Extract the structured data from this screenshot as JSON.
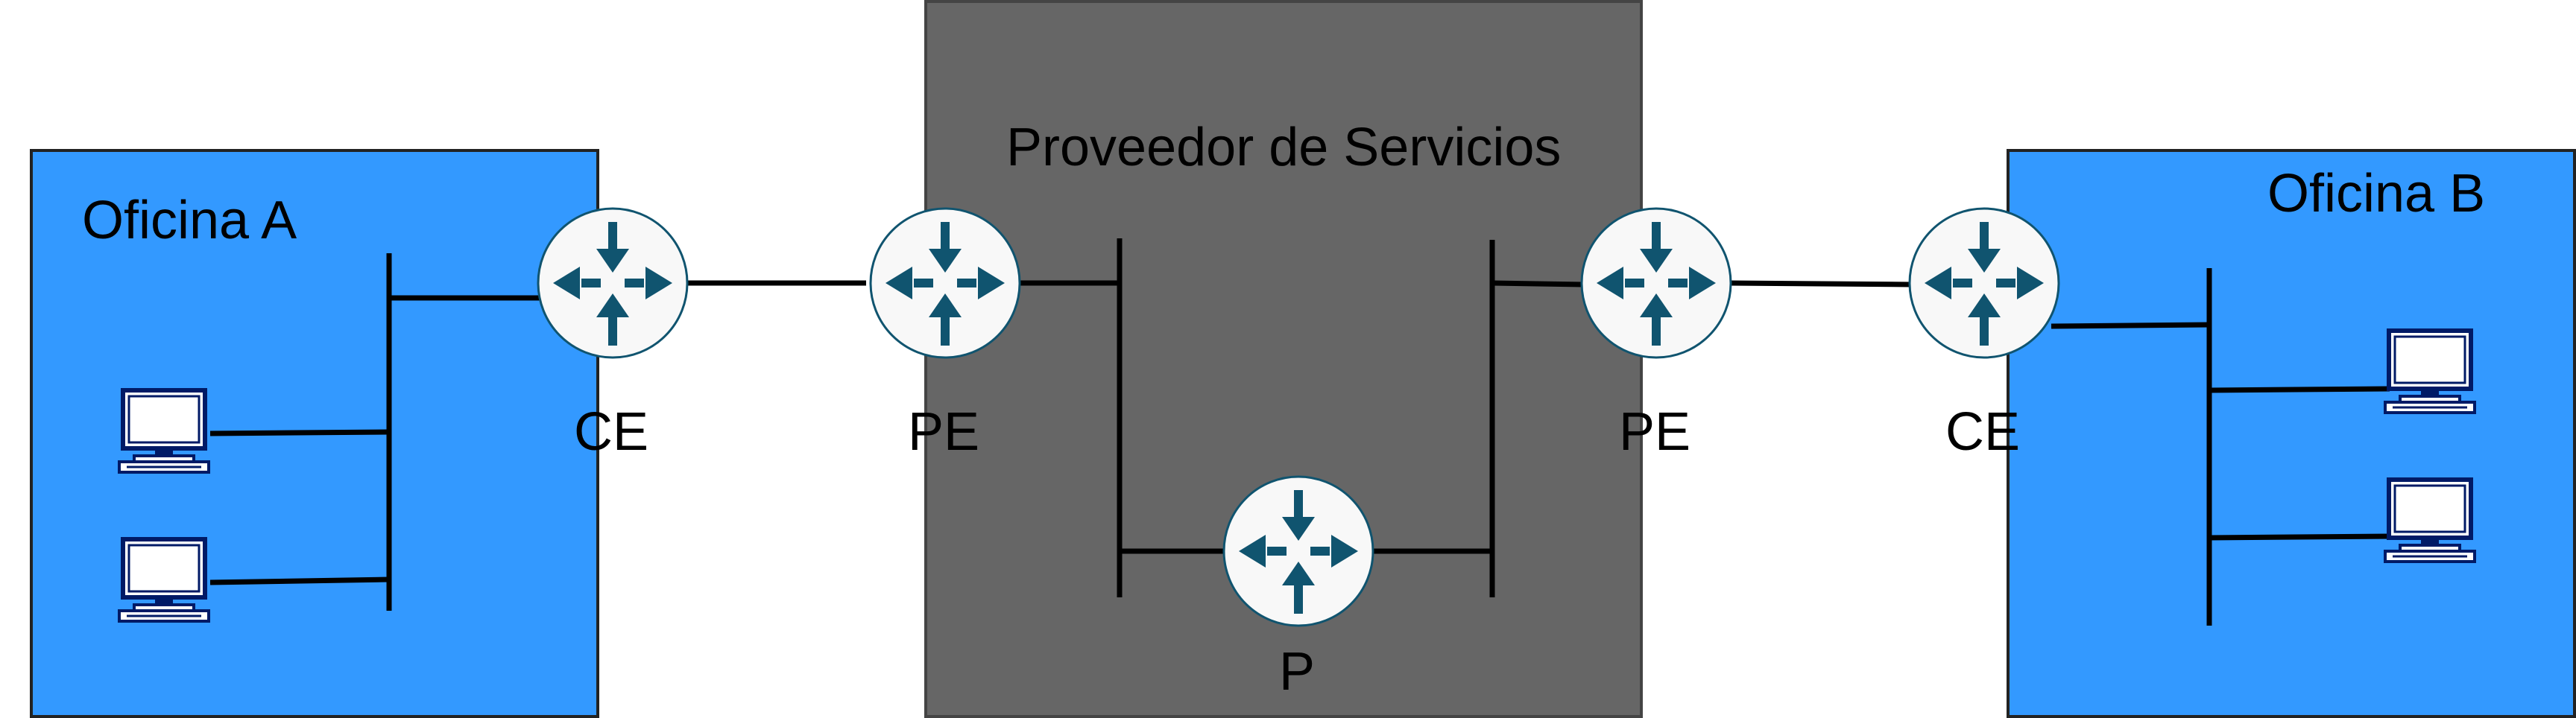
{
  "offices": {
    "a": {
      "label": "Oficina A"
    },
    "b": {
      "label": "Oficina B"
    }
  },
  "provider": {
    "label": "Proveedor de Servicios"
  },
  "routers": {
    "ce_left": {
      "label": "CE"
    },
    "pe_left": {
      "label": "PE"
    },
    "p_core": {
      "label": "P"
    },
    "pe_right": {
      "label": "PE"
    },
    "ce_right": {
      "label": "CE"
    }
  },
  "colors": {
    "office_fill": "#3399ff",
    "provider_fill": "#666666",
    "router_fill": "#f8f8f8",
    "router_arrow": "#10546f",
    "computer_stroke": "#001a66",
    "line": "#000000"
  },
  "icons": {
    "router": "router-icon",
    "computer": "computer-icon"
  }
}
